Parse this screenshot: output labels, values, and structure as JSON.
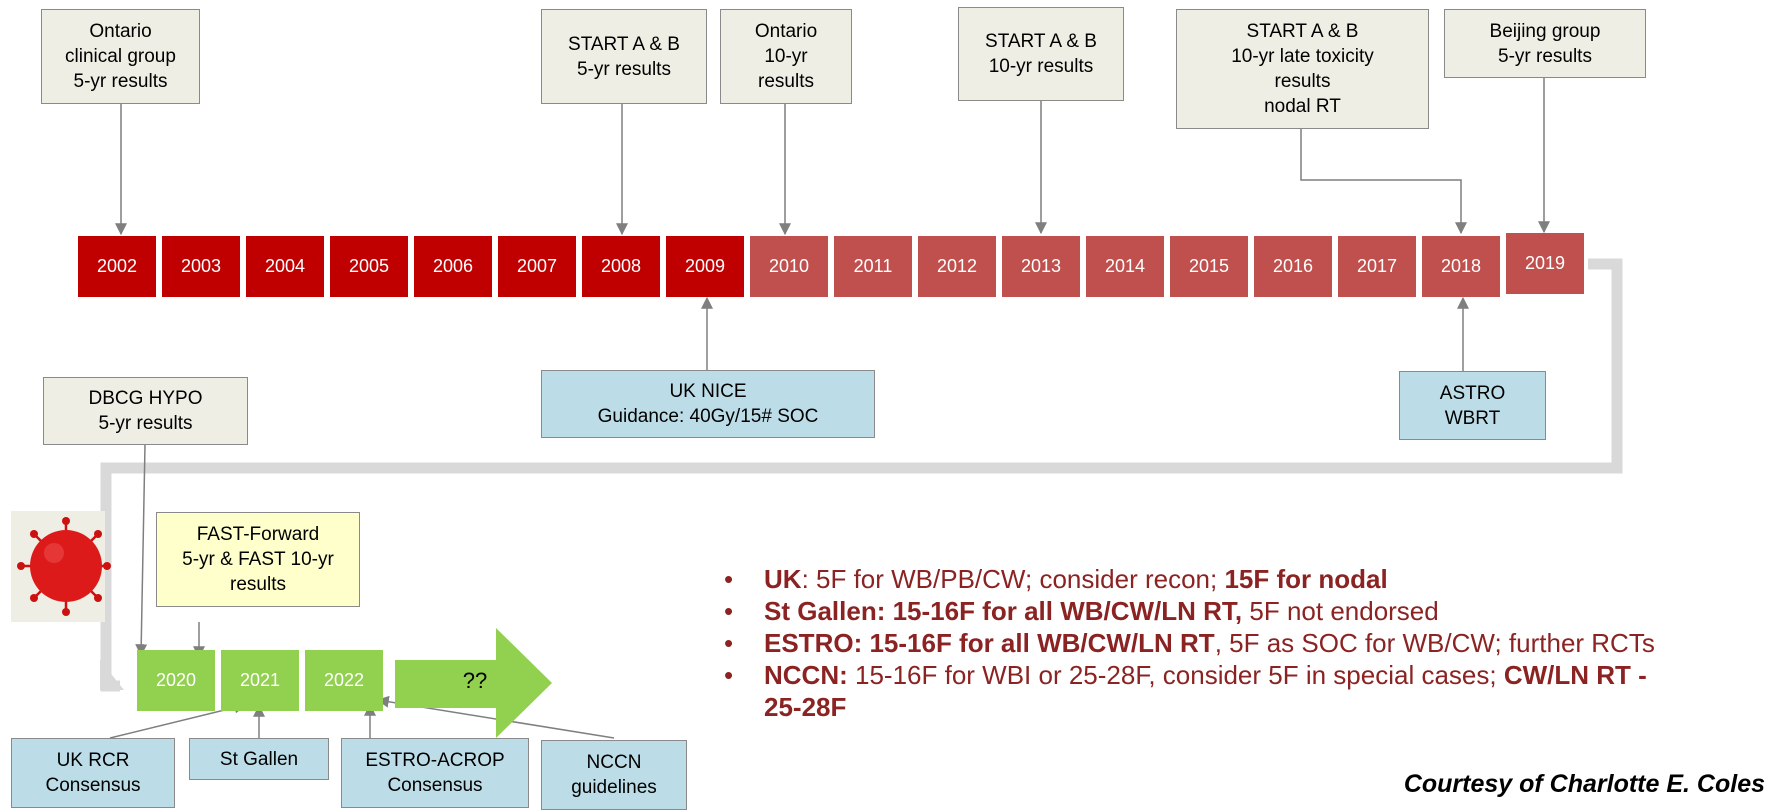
{
  "timeline_years_row1": [
    "2002",
    "2003",
    "2004",
    "2005",
    "2006",
    "2007",
    "2008",
    "2009",
    "2010",
    "2011",
    "2012",
    "2013",
    "2014",
    "2015",
    "2016",
    "2017",
    "2018",
    "2019"
  ],
  "timeline_years_row2": [
    "2020",
    "2021",
    "2022"
  ],
  "future_arrow_label": "??",
  "top_boxes": {
    "ontario_clinical": "Ontario\nclinical group\n5-yr results",
    "start_5yr": "START A & B\n5-yr results",
    "ontario_10yr": "Ontario\n10-yr\nresults",
    "start_10yr": "START A & B\n10-yr results",
    "start_late_tox": "START A & B\n10-yr late toxicity\nresults\nnodal RT",
    "beijing": "Beijing group\n5-yr results"
  },
  "lower_boxes": {
    "uk_nice": "UK NICE\nGuidance: 40Gy/15# SOC",
    "astro": "ASTRO\nWBRT",
    "dbcg": "DBCG HYPO\n5-yr results",
    "fast_forward": "FAST-Forward\n5-yr & FAST 10-yr\nresults",
    "uk_rcr": "UK RCR\nConsensus",
    "st_gallen": "St Gallen",
    "estro_acrop": "ESTRO-ACROP\nConsensus",
    "nccn": "NCCN\nguidelines"
  },
  "bullets": [
    {
      "bold1": "UK",
      "text1": ": 5F for WB/PB/CW; consider recon; ",
      "bold2": "15F for nodal",
      "text2": ""
    },
    {
      "bold1": "St Gallen: 15-16F for all WB/CW/LN RT,",
      "text1": " 5F not endorsed",
      "bold2": "",
      "text2": ""
    },
    {
      "bold1": "ESTRO: 15-16F for all WB/CW/LN RT",
      "text1": ", 5F as SOC for WB/CW; further RCTs",
      "bold2": "",
      "text2": ""
    },
    {
      "bold1": "NCCN:",
      "text1": " 15-16F for WBI or 25-28F, consider 5F in special cases; ",
      "bold2": "CW/LN RT -",
      "text2": ""
    }
  ],
  "bullet_continuation": "25-28F",
  "bullet_marker": "•",
  "courtesy": "Courtesy of Charlotte E. Coles",
  "colors": {
    "year_dark": "#c00000",
    "year_light": "#c0504d",
    "year_green": "#92d050",
    "box_beige": "#efeee4",
    "box_blue": "#bcdde7",
    "box_yellow": "#ffffcc",
    "bullet_text": "#8b2323"
  },
  "icons": {
    "virus": "coronavirus-icon"
  }
}
